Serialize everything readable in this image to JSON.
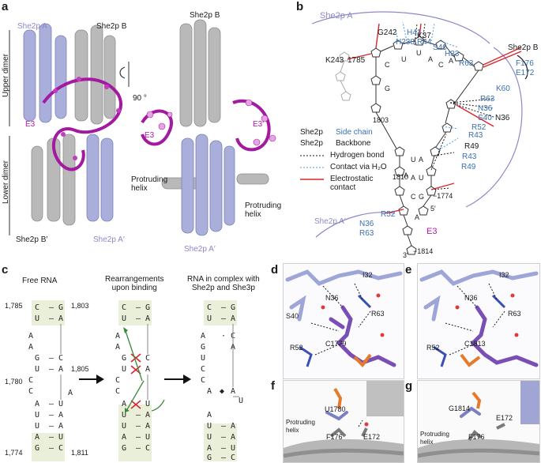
{
  "panels": {
    "a": "a",
    "b": "b",
    "c": "c",
    "d": "d",
    "e": "e",
    "f": "f",
    "g": "g"
  },
  "panel_a": {
    "she2pA": "She2p A",
    "she2pB": "She2p B",
    "she2pB_right": "She2p B",
    "she2pBprime": "She2p B′",
    "she2pAprime": "She2p A′",
    "she2pAprime_right": "She2p A′",
    "upper_dimer": "Upper dimer",
    "lower_dimer": "Lower dimer",
    "rotation": "90 °",
    "e3_left": "E3",
    "e3_mid": "E3",
    "e3_prime": "E3′",
    "protruding_helix_left": "Protruding\nhelix",
    "protruding_helix_right": "Protruding\nhelix"
  },
  "panel_b": {
    "she2pA": "She2p A",
    "she2pB": "She2p B",
    "she2pAprime": "She2p A′",
    "e3": "E3",
    "residues_top": [
      "G242",
      "H238",
      "H41",
      "R44",
      "K37",
      "S40",
      "H33",
      "R63"
    ],
    "k243": "K243",
    "n1785": "1785",
    "n1803": "1803",
    "n1810": "1810",
    "n1774": "−1774",
    "n1814": "−1814",
    "five_prime": "5′",
    "three_prime": "3′",
    "right_residues": [
      "F176",
      "E172",
      "K60",
      "R63",
      "N36",
      "S40",
      "N36",
      "R52",
      "R43",
      "R49",
      "R43",
      "R49"
    ],
    "bottom_residues": [
      "R52",
      "N36",
      "R63"
    ],
    "legend": {
      "col1_row1": "She2p",
      "col2_row1": "Side chain",
      "col1_row2": "She2p",
      "col2_row2": "Backbone",
      "hbond": "Hydrogen bond",
      "water": "Contact via H₂O",
      "electro": "Electrostatic\ncontact"
    },
    "colors": {
      "hbond": "#1a1a1a",
      "water": "#4aa0dd",
      "electro": "#d8262b",
      "lavender": "#8d88c8",
      "blue": "#3a6fb0",
      "magenta": "#b01aa8"
    }
  },
  "panel_c": {
    "title1": "Free RNA",
    "title2": "Rearrangements\nupon binding",
    "title3": "RNA in complex with\nShe2p and She3p",
    "n1785": "1,785",
    "n1803": "1,803",
    "n1780": "1,780",
    "n1805": "1,805",
    "n1774": "1,774",
    "n1811": "1,811"
  },
  "panel_d": {
    "residues": [
      "I32",
      "N36",
      "S40",
      "R63",
      "R52",
      "C1779"
    ]
  },
  "panel_e": {
    "residues": [
      "I32",
      "N36",
      "R63",
      "R52",
      "C1813"
    ]
  },
  "panel_f": {
    "residues": [
      "U1780",
      "Protruding\nhelix",
      "F176",
      "E172"
    ]
  },
  "panel_g": {
    "residues": [
      "G1814",
      "E172",
      "Protruding\nhelix",
      "F176"
    ]
  }
}
